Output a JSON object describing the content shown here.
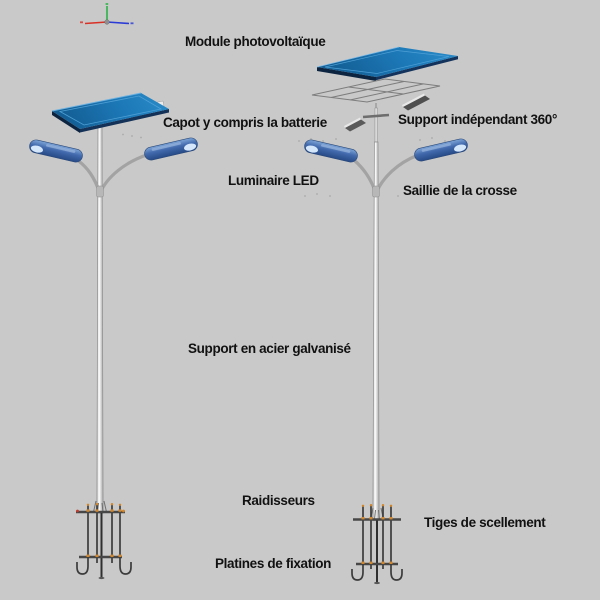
{
  "scene": {
    "background_color": "#c9c9c9",
    "description_labels_language": "fr"
  },
  "labels": {
    "module_photovoltaique": "Module photovoltaïque",
    "capot_batterie": "Capot y compris la batterie",
    "support_independant_360": "Support indépendant 360°",
    "luminaire_led": "Luminaire LED",
    "saillie_crosse": "Saillie de la crosse",
    "support_acier_galvanise": "Support en acier galvanisé",
    "raidisseurs": "Raidisseurs",
    "tiges_scellement": "Tiges de scellement",
    "platines_fixation": "Platines de fixation"
  },
  "colors": {
    "background": "#c9c9c9",
    "label_text": "#111111",
    "panel_blue": "#1d79b8",
    "panel_edge": "#0d2440",
    "panel_inset": "#4d9fd4",
    "pole_stroke": "#8d8d8d",
    "arm_gray": "#a3a3a3",
    "lamp_body_blue": "#4169ac",
    "lamp_tip": "#ddeeff",
    "anchor_rod": "#3c3c3c",
    "plate_dark": "#474747",
    "nut_orange": "#d2862b",
    "axis_x": "#d93025",
    "axis_y": "#2eb34a",
    "axis_z": "#2b3bd6"
  }
}
